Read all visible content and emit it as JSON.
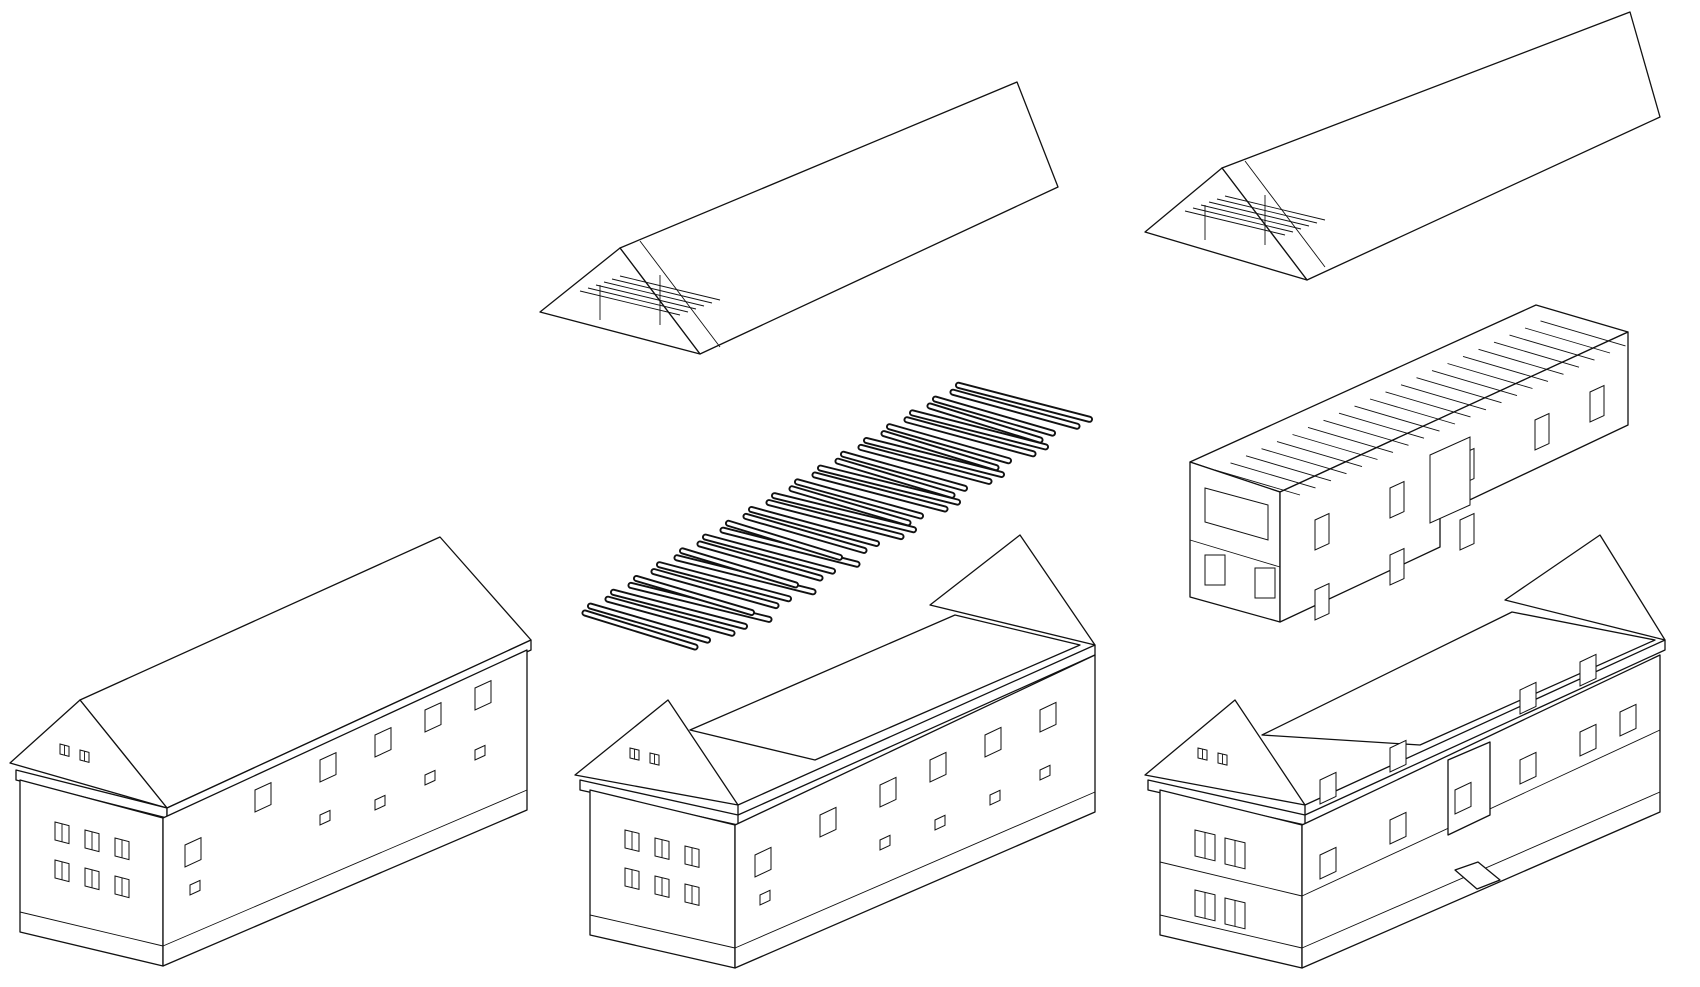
{
  "figure": {
    "stages": [
      {
        "id": "existing",
        "components": [
          "roof",
          "masonry-shell"
        ]
      },
      {
        "id": "exploded-existing",
        "components": [
          "roof",
          "timber-floor-beams",
          "masonry-shell-open"
        ]
      },
      {
        "id": "proposed",
        "components": [
          "roof",
          "new-inner-volume",
          "masonry-shell-open"
        ]
      }
    ]
  },
  "colors": {
    "line": "#111111",
    "fill": "#ffffff",
    "background": "#ffffff"
  }
}
